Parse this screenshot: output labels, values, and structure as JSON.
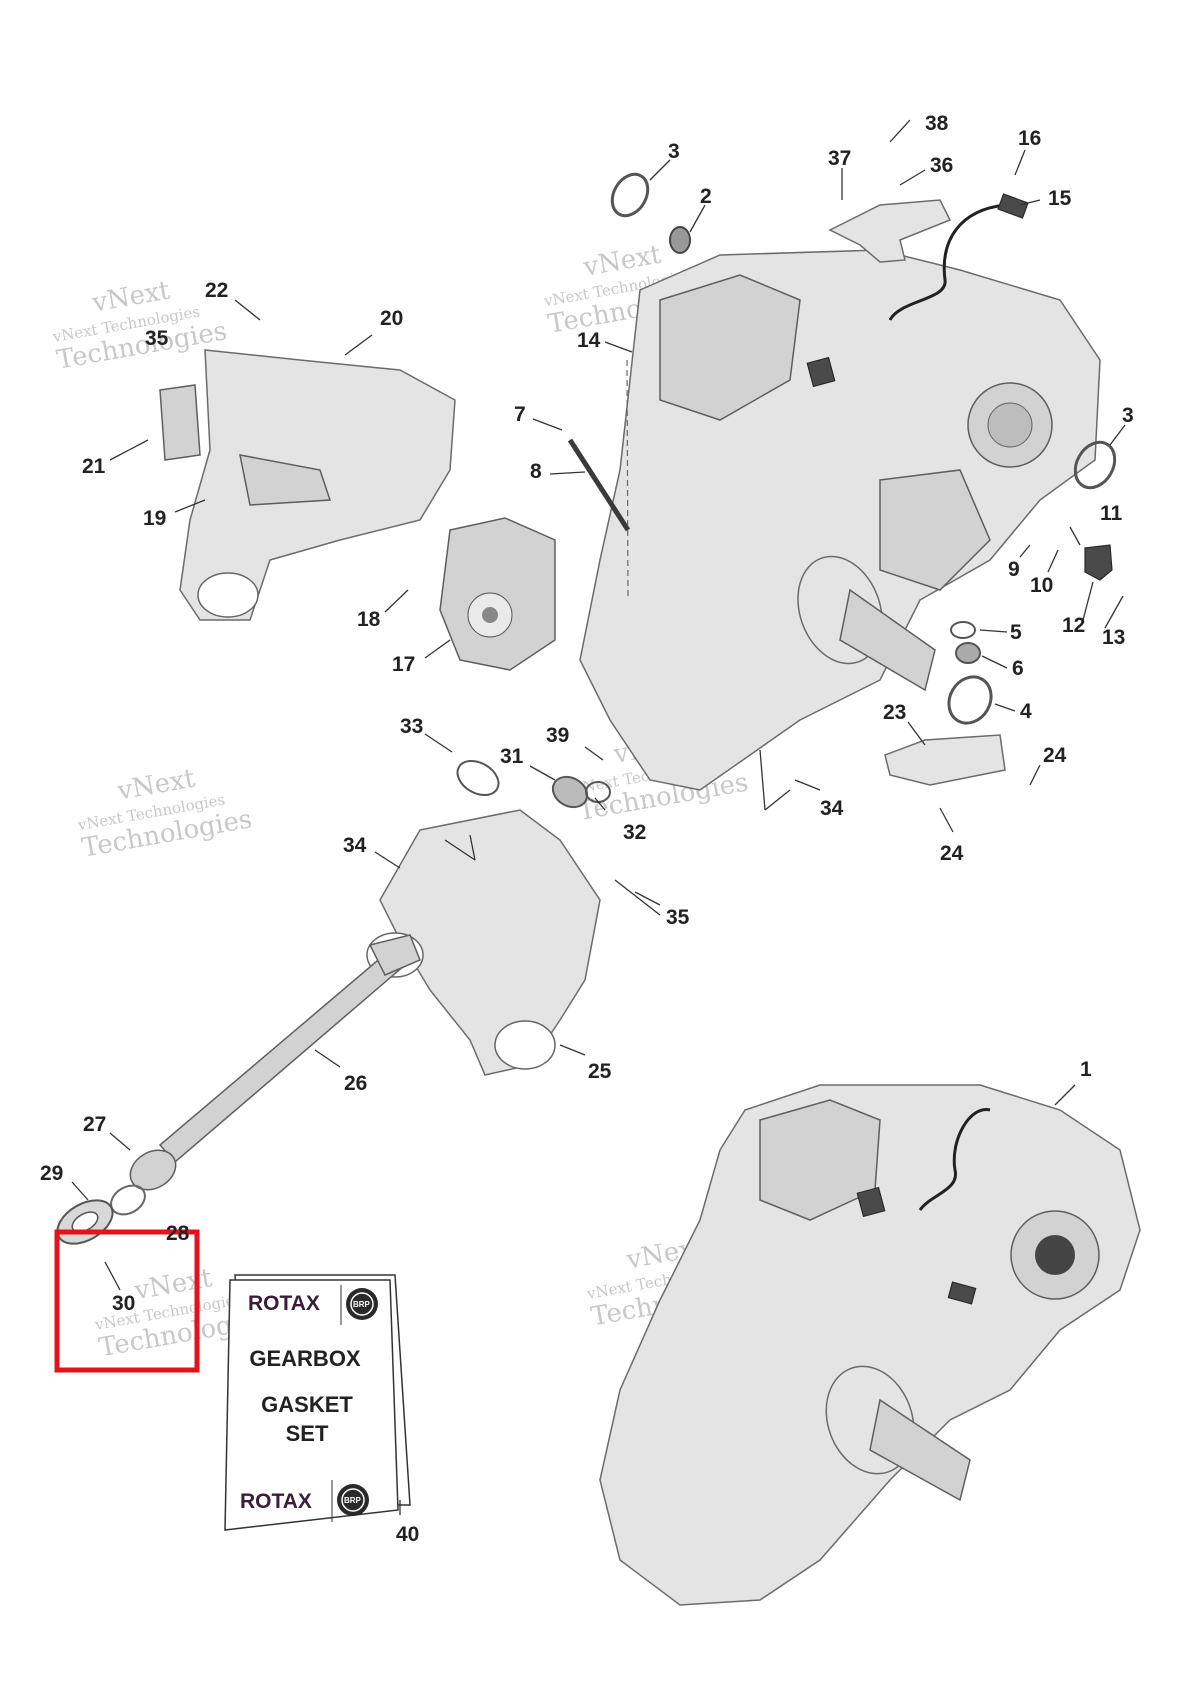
{
  "colors": {
    "highlight": "#e3121b",
    "brand": "#3b1d3a",
    "watermark": "#c8c8c8"
  },
  "watermark": {
    "line1": "vNext Technologies",
    "line2": "vNext",
    "line3": "Technologies"
  },
  "callouts": [
    {
      "id": "1",
      "label": "1"
    },
    {
      "id": "2",
      "label": "2"
    },
    {
      "id": "3a",
      "label": "3"
    },
    {
      "id": "3b",
      "label": "3"
    },
    {
      "id": "4",
      "label": "4"
    },
    {
      "id": "5",
      "label": "5"
    },
    {
      "id": "6",
      "label": "6"
    },
    {
      "id": "7",
      "label": "7"
    },
    {
      "id": "8",
      "label": "8"
    },
    {
      "id": "9",
      "label": "9"
    },
    {
      "id": "10",
      "label": "10"
    },
    {
      "id": "11",
      "label": "11"
    },
    {
      "id": "12",
      "label": "12"
    },
    {
      "id": "13",
      "label": "13"
    },
    {
      "id": "14",
      "label": "14"
    },
    {
      "id": "15",
      "label": "15"
    },
    {
      "id": "16",
      "label": "16"
    },
    {
      "id": "17",
      "label": "17"
    },
    {
      "id": "18",
      "label": "18"
    },
    {
      "id": "19",
      "label": "19"
    },
    {
      "id": "20",
      "label": "20"
    },
    {
      "id": "21",
      "label": "21"
    },
    {
      "id": "22",
      "label": "22"
    },
    {
      "id": "23",
      "label": "23"
    },
    {
      "id": "24a",
      "label": "24"
    },
    {
      "id": "24b",
      "label": "24"
    },
    {
      "id": "25",
      "label": "25"
    },
    {
      "id": "26",
      "label": "26"
    },
    {
      "id": "27",
      "label": "27"
    },
    {
      "id": "28",
      "label": "28"
    },
    {
      "id": "29",
      "label": "29"
    },
    {
      "id": "30",
      "label": "30"
    },
    {
      "id": "31",
      "label": "31"
    },
    {
      "id": "32",
      "label": "32"
    },
    {
      "id": "33",
      "label": "33"
    },
    {
      "id": "34a",
      "label": "34"
    },
    {
      "id": "34b",
      "label": "34"
    },
    {
      "id": "35a",
      "label": "35"
    },
    {
      "id": "35b",
      "label": "35"
    },
    {
      "id": "36",
      "label": "36"
    },
    {
      "id": "37",
      "label": "37"
    },
    {
      "id": "38",
      "label": "38"
    },
    {
      "id": "39",
      "label": "39"
    },
    {
      "id": "40",
      "label": "40"
    }
  ],
  "gasket_kit": {
    "brand": "ROTAX",
    "badge": "BRP",
    "line1": "GEARBOX",
    "line2": "GASKET",
    "line3": "SET"
  }
}
